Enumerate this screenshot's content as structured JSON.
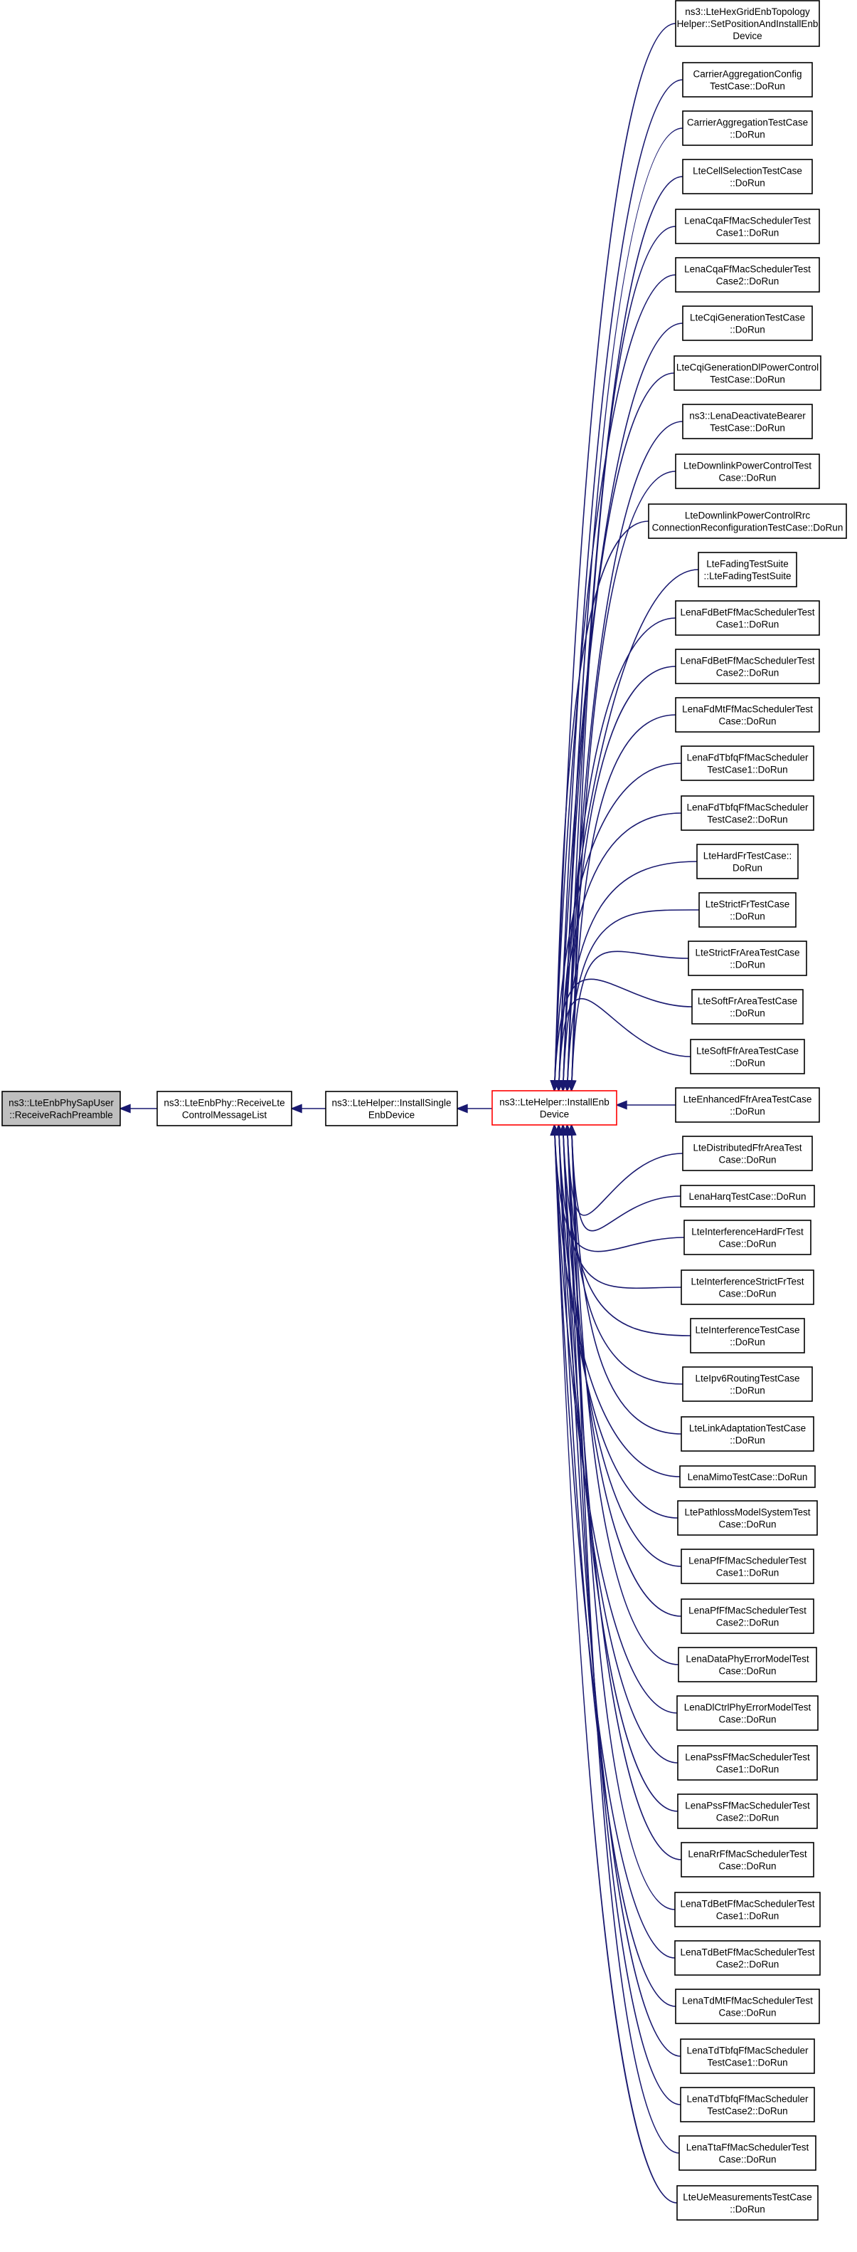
{
  "graph": {
    "chain": [
      {
        "id": "receive-rach-preamble",
        "lines": [
          "ns3::LteEnbPhySapUser",
          "::ReceiveRachPreamble"
        ]
      },
      {
        "id": "receive-lte-control-message-list",
        "lines": [
          "ns3::LteEnbPhy::ReceiveLte",
          "ControlMessageList"
        ]
      },
      {
        "id": "install-single-enb-device",
        "lines": [
          "ns3::LteHelper::InstallSingle",
          "EnbDevice"
        ]
      },
      {
        "id": "install-enb-device",
        "lines": [
          "ns3::LteHelper::InstallEnb",
          "Device"
        ]
      }
    ],
    "callers": [
      {
        "id": "hex-grid-set-position-and-install",
        "lines": [
          "ns3::LteHexGridEnbTopology",
          "Helper::SetPositionAndInstallEnb",
          "Device"
        ]
      },
      {
        "id": "carrier-aggregation-config-test",
        "lines": [
          "CarrierAggregationConfig",
          "TestCase::DoRun"
        ]
      },
      {
        "id": "carrier-aggregation-test",
        "lines": [
          "CarrierAggregationTestCase",
          "::DoRun"
        ]
      },
      {
        "id": "cell-selection-test",
        "lines": [
          "LteCellSelectionTestCase",
          "::DoRun"
        ]
      },
      {
        "id": "lena-cqa-test-1",
        "lines": [
          "LenaCqaFfMacSchedulerTest",
          "Case1::DoRun"
        ]
      },
      {
        "id": "lena-cqa-test-2",
        "lines": [
          "LenaCqaFfMacSchedulerTest",
          "Case2::DoRun"
        ]
      },
      {
        "id": "cqi-generation-test",
        "lines": [
          "LteCqiGenerationTestCase",
          "::DoRun"
        ]
      },
      {
        "id": "cqi-generation-dl-power-control-test",
        "lines": [
          "LteCqiGenerationDlPowerControl",
          "TestCase::DoRun"
        ]
      },
      {
        "id": "lena-deactivate-bearer-test",
        "lines": [
          "ns3::LenaDeactivateBearer",
          "TestCase::DoRun"
        ]
      },
      {
        "id": "downlink-power-control-test",
        "lines": [
          "LteDownlinkPowerControlTest",
          "Case::DoRun"
        ]
      },
      {
        "id": "downlink-power-control-rrc-test",
        "lines": [
          "LteDownlinkPowerControlRrc",
          "ConnectionReconfigurationTestCase::DoRun"
        ]
      },
      {
        "id": "fading-test-suite",
        "lines": [
          "LteFadingTestSuite",
          "::LteFadingTestSuite"
        ]
      },
      {
        "id": "lena-fdbet-test-1",
        "lines": [
          "LenaFdBetFfMacSchedulerTest",
          "Case1::DoRun"
        ]
      },
      {
        "id": "lena-fdbet-test-2",
        "lines": [
          "LenaFdBetFfMacSchedulerTest",
          "Case2::DoRun"
        ]
      },
      {
        "id": "lena-fdmt-test",
        "lines": [
          "LenaFdMtFfMacSchedulerTest",
          "Case::DoRun"
        ]
      },
      {
        "id": "lena-fdtbfq-test-1",
        "lines": [
          "LenaFdTbfqFfMacScheduler",
          "TestCase1::DoRun"
        ]
      },
      {
        "id": "lena-fdtbfq-test-2",
        "lines": [
          "LenaFdTbfqFfMacScheduler",
          "TestCase2::DoRun"
        ]
      },
      {
        "id": "hard-fr-test",
        "lines": [
          "LteHardFrTestCase::",
          "DoRun"
        ]
      },
      {
        "id": "strict-fr-test",
        "lines": [
          "LteStrictFrTestCase",
          "::DoRun"
        ]
      },
      {
        "id": "strict-fr-area-test",
        "lines": [
          "LteStrictFrAreaTestCase",
          "::DoRun"
        ]
      },
      {
        "id": "soft-fr-area-test",
        "lines": [
          "LteSoftFrAreaTestCase",
          "::DoRun"
        ]
      },
      {
        "id": "soft-ffr-area-test",
        "lines": [
          "LteSoftFfrAreaTestCase",
          "::DoRun"
        ]
      },
      {
        "id": "enhanced-ffr-area-test",
        "lines": [
          "LteEnhancedFfrAreaTestCase",
          "::DoRun"
        ]
      },
      {
        "id": "distributed-ffr-area-test",
        "lines": [
          "LteDistributedFfrAreaTest",
          "Case::DoRun"
        ]
      },
      {
        "id": "lena-harq-test",
        "lines": [
          "LenaHarqTestCase::DoRun"
        ]
      },
      {
        "id": "interference-hard-fr-test",
        "lines": [
          "LteInterferenceHardFrTest",
          "Case::DoRun"
        ]
      },
      {
        "id": "interference-strict-fr-test",
        "lines": [
          "LteInterferenceStrictFrTest",
          "Case::DoRun"
        ]
      },
      {
        "id": "interference-test",
        "lines": [
          "LteInterferenceTestCase",
          "::DoRun"
        ]
      },
      {
        "id": "ipv6-routing-test",
        "lines": [
          "LteIpv6RoutingTestCase",
          "::DoRun"
        ]
      },
      {
        "id": "link-adaptation-test",
        "lines": [
          "LteLinkAdaptationTestCase",
          "::DoRun"
        ]
      },
      {
        "id": "lena-mimo-test",
        "lines": [
          "LenaMimoTestCase::DoRun"
        ]
      },
      {
        "id": "pathloss-model-system-test",
        "lines": [
          "LtePathlossModelSystemTest",
          "Case::DoRun"
        ]
      },
      {
        "id": "lena-pf-test-1",
        "lines": [
          "LenaPfFfMacSchedulerTest",
          "Case1::DoRun"
        ]
      },
      {
        "id": "lena-pf-test-2",
        "lines": [
          "LenaPfFfMacSchedulerTest",
          "Case2::DoRun"
        ]
      },
      {
        "id": "lena-data-phy-error-model-test",
        "lines": [
          "LenaDataPhyErrorModelTest",
          "Case::DoRun"
        ]
      },
      {
        "id": "lena-dl-ctrl-phy-error-model-test",
        "lines": [
          "LenaDlCtrlPhyErrorModelTest",
          "Case::DoRun"
        ]
      },
      {
        "id": "lena-pss-test-1",
        "lines": [
          "LenaPssFfMacSchedulerTest",
          "Case1::DoRun"
        ]
      },
      {
        "id": "lena-pss-test-2",
        "lines": [
          "LenaPssFfMacSchedulerTest",
          "Case2::DoRun"
        ]
      },
      {
        "id": "lena-rr-test",
        "lines": [
          "LenaRrFfMacSchedulerTest",
          "Case::DoRun"
        ]
      },
      {
        "id": "lena-tdbet-test-1",
        "lines": [
          "LenaTdBetFfMacSchedulerTest",
          "Case1::DoRun"
        ]
      },
      {
        "id": "lena-tdbet-test-2",
        "lines": [
          "LenaTdBetFfMacSchedulerTest",
          "Case2::DoRun"
        ]
      },
      {
        "id": "lena-tdmt-test",
        "lines": [
          "LenaTdMtFfMacSchedulerTest",
          "Case::DoRun"
        ]
      },
      {
        "id": "lena-tdtbfq-test-1",
        "lines": [
          "LenaTdTbfqFfMacScheduler",
          "TestCase1::DoRun"
        ]
      },
      {
        "id": "lena-tdtbfq-test-2",
        "lines": [
          "LenaTdTbfqFfMacScheduler",
          "TestCase2::DoRun"
        ]
      },
      {
        "id": "lena-tta-test",
        "lines": [
          "LenaTtaFfMacSchedulerTest",
          "Case::DoRun"
        ]
      },
      {
        "id": "ue-measurements-test",
        "lines": [
          "LteUeMeasurementsTestCase",
          "::DoRun"
        ]
      }
    ]
  }
}
